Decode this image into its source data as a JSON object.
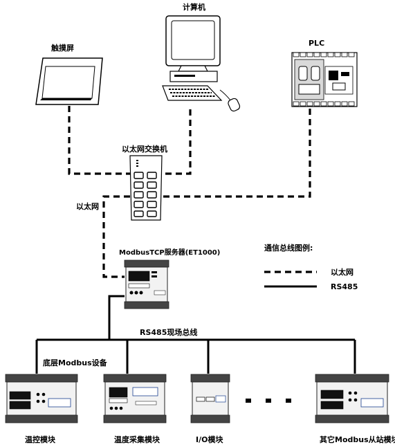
{
  "labels": {
    "computer": "计算机",
    "touchscreen": "触摸屏",
    "plc": "PLC",
    "switch": "以太网交换机",
    "ethernet_side": "以太网",
    "server": "ModbusTCP服务器(ET1000)",
    "legend_title": "通信总线图例:",
    "legend_ethernet": "以太网",
    "legend_rs485": "RS485",
    "field_bus": "RS485现场总线",
    "bottom_device": "底层Modbus设备",
    "mod_temp_control": "温控模块",
    "mod_temp_acq": "温度采集模块",
    "mod_io": "I/O模块",
    "mod_other": "其它Modbus从站模块",
    "ellipsis": "• • •"
  }
}
